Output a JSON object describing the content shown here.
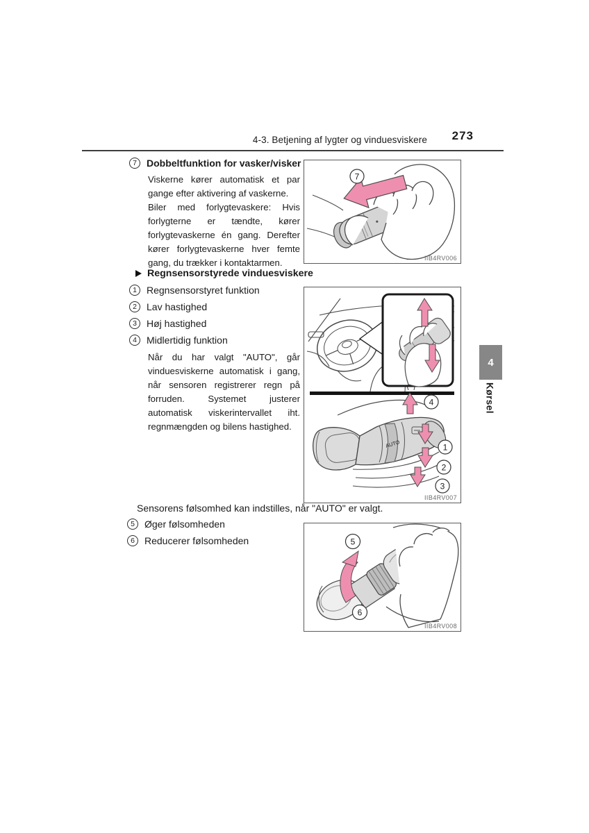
{
  "header": {
    "section_title": "4-3. Betjening af lygter og vinduesviskere",
    "page_number": "273"
  },
  "side_tab": {
    "number": "4",
    "label": "Kørsel"
  },
  "washer": {
    "num": "7",
    "title": "Dobbeltfunktion for vasker/visker",
    "para1": "Viskerne kører automatisk et par gange efter aktivering af vaskerne.",
    "para2": "Biler med forlygtevaskere: Hvis forlygterne er tændte, kører forlygtevaskerne én gang. Derefter kører forlygtevaskerne hver femte gang, du trækker i kontaktarmen."
  },
  "rain": {
    "title": "Regnsensorstyrede vinduesviskere",
    "items": [
      {
        "num": "1",
        "label": "Regnsensorstyret funktion"
      },
      {
        "num": "2",
        "label": "Lav hastighed"
      },
      {
        "num": "3",
        "label": "Høj hastighed"
      },
      {
        "num": "4",
        "label": "Midlertidig funktion"
      }
    ],
    "para": "Når du har valgt \"AUTO\", går vinduesviskerne automatisk i gang, når sensoren registrerer regn på forruden. Systemet justerer automatisk viskerintervallet iht. regnmængden og bilens hastighed."
  },
  "sensor": {
    "line": "Sensorens følsomhed kan indstilles, når \"AUTO\" er valgt.",
    "items": [
      {
        "num": "5",
        "label": "Øger følsomheden"
      },
      {
        "num": "6",
        "label": "Reducerer følsomheden"
      }
    ]
  },
  "figures": {
    "fig1": {
      "caption": "IIB4RV006",
      "label": "7"
    },
    "fig2": {
      "caption": "IIB4RV007",
      "stalk_text": "AUTO",
      "label1": "1",
      "label2": "2",
      "label3": "3",
      "label4": "4"
    },
    "fig3": {
      "caption": "IIB4RV008",
      "label5": "5",
      "label6": "6"
    }
  },
  "colors": {
    "arrow_pink": "#ef8fb0",
    "tab_gray": "#878787"
  }
}
